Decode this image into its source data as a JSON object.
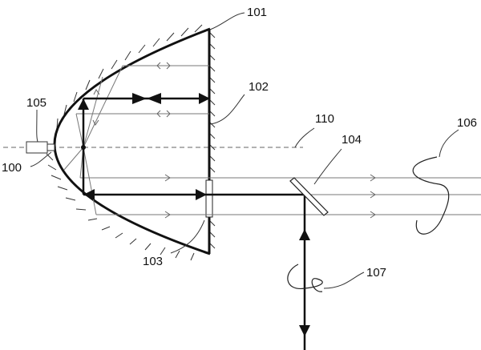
{
  "labels": {
    "l100": "100",
    "l101": "101",
    "l102": "102",
    "l103": "103",
    "l104": "104",
    "l105": "105",
    "l106": "106",
    "l107": "107",
    "l110": "110"
  },
  "colors": {
    "ink": "#111111",
    "thin_line": "#555555",
    "light_ray": "#9a9a9a",
    "axis": "#666666",
    "background": "#ffffff"
  }
}
